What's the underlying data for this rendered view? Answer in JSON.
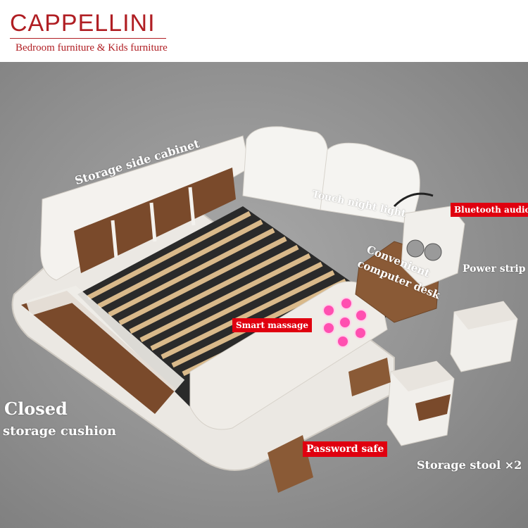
{
  "brand": {
    "name": "CAPPELLINI",
    "tagline": "Bedroom furniture & Kids furniture",
    "color": "#b01e23"
  },
  "labels": {
    "storage_side_cabinet": "Storage side cabinet",
    "touch_night_light": "Touch night light",
    "bluetooth_audio": "Bluetooth audio",
    "convenient": "Convenient",
    "computer_desk": "computer desk",
    "power_strip": "Power strip",
    "smart_massage": "Smart massage",
    "closed": "Closed",
    "storage_cushion": "storage cushion",
    "password_safe": "Password safe",
    "storage_stool": "Storage stool ×2"
  },
  "colors": {
    "highlight_tag": "#e0000f",
    "massage_points": "#ff4fb0",
    "leather": "#f2f0ec",
    "wood": "#8a5a36",
    "slats": "#d9b98a"
  }
}
